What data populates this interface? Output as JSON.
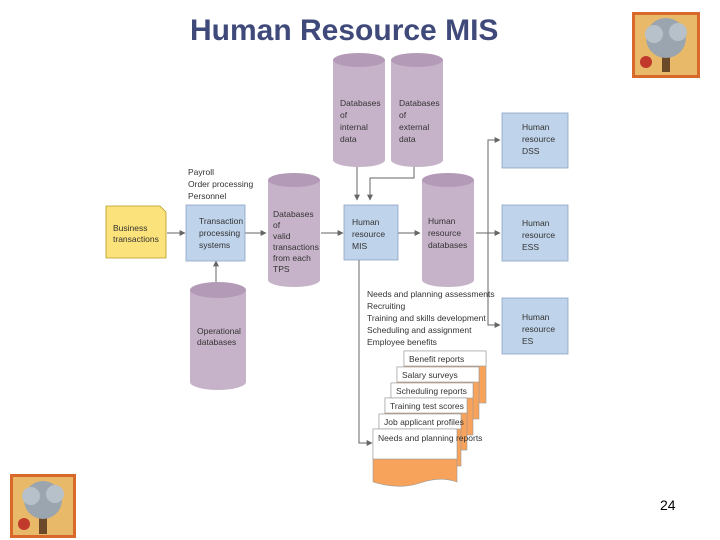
{
  "slide": {
    "title": "Human Resource MIS",
    "page_number": "24"
  },
  "logos": [
    "tree-logo-top-right",
    "tree-logo-bottom-left"
  ],
  "diagram": {
    "nodes": {
      "business_transactions": [
        "Business",
        "transactions"
      ],
      "tps_inputs": [
        "Payroll",
        "Order processing",
        "Personnel"
      ],
      "tps": [
        "Transaction",
        "processing",
        "systems"
      ],
      "operational_db": [
        "Operational",
        "databases"
      ],
      "valid_transactions_db": [
        "Databases",
        "of",
        "valid",
        "transactions",
        "from each",
        "TPS"
      ],
      "internal_db": [
        "Databases",
        "of",
        "internal",
        "data"
      ],
      "external_db": [
        "Databases",
        "of",
        "external",
        "data"
      ],
      "hr_mis": [
        "Human",
        "resource",
        "MIS"
      ],
      "hr_databases": [
        "Human",
        "resource",
        "databases"
      ],
      "hr_dss": [
        "Human",
        "resource",
        "DSS"
      ],
      "hr_ess": [
        "Human",
        "resource",
        "ESS"
      ],
      "hr_es": [
        "Human",
        "resource",
        "ES"
      ]
    },
    "outputs_list": [
      "Needs and planning assessments",
      "Recruiting",
      "Training and skills development",
      "Scheduling and assignment",
      "Employee benefits"
    ],
    "reports": [
      "Benefit reports",
      "Salary surveys",
      "Scheduling reports",
      "Training test scores",
      "Job applicant profiles",
      "Needs and planning reports"
    ],
    "colors": {
      "title": "#3f4a7a",
      "cylinder": "#c7b3c9",
      "cylinder_top": "#b39bb7",
      "box_blue": "#bfd3ea",
      "box_yellow": "#fbe27a",
      "report_orange": "#f7a35c",
      "line": "#666666"
    }
  }
}
